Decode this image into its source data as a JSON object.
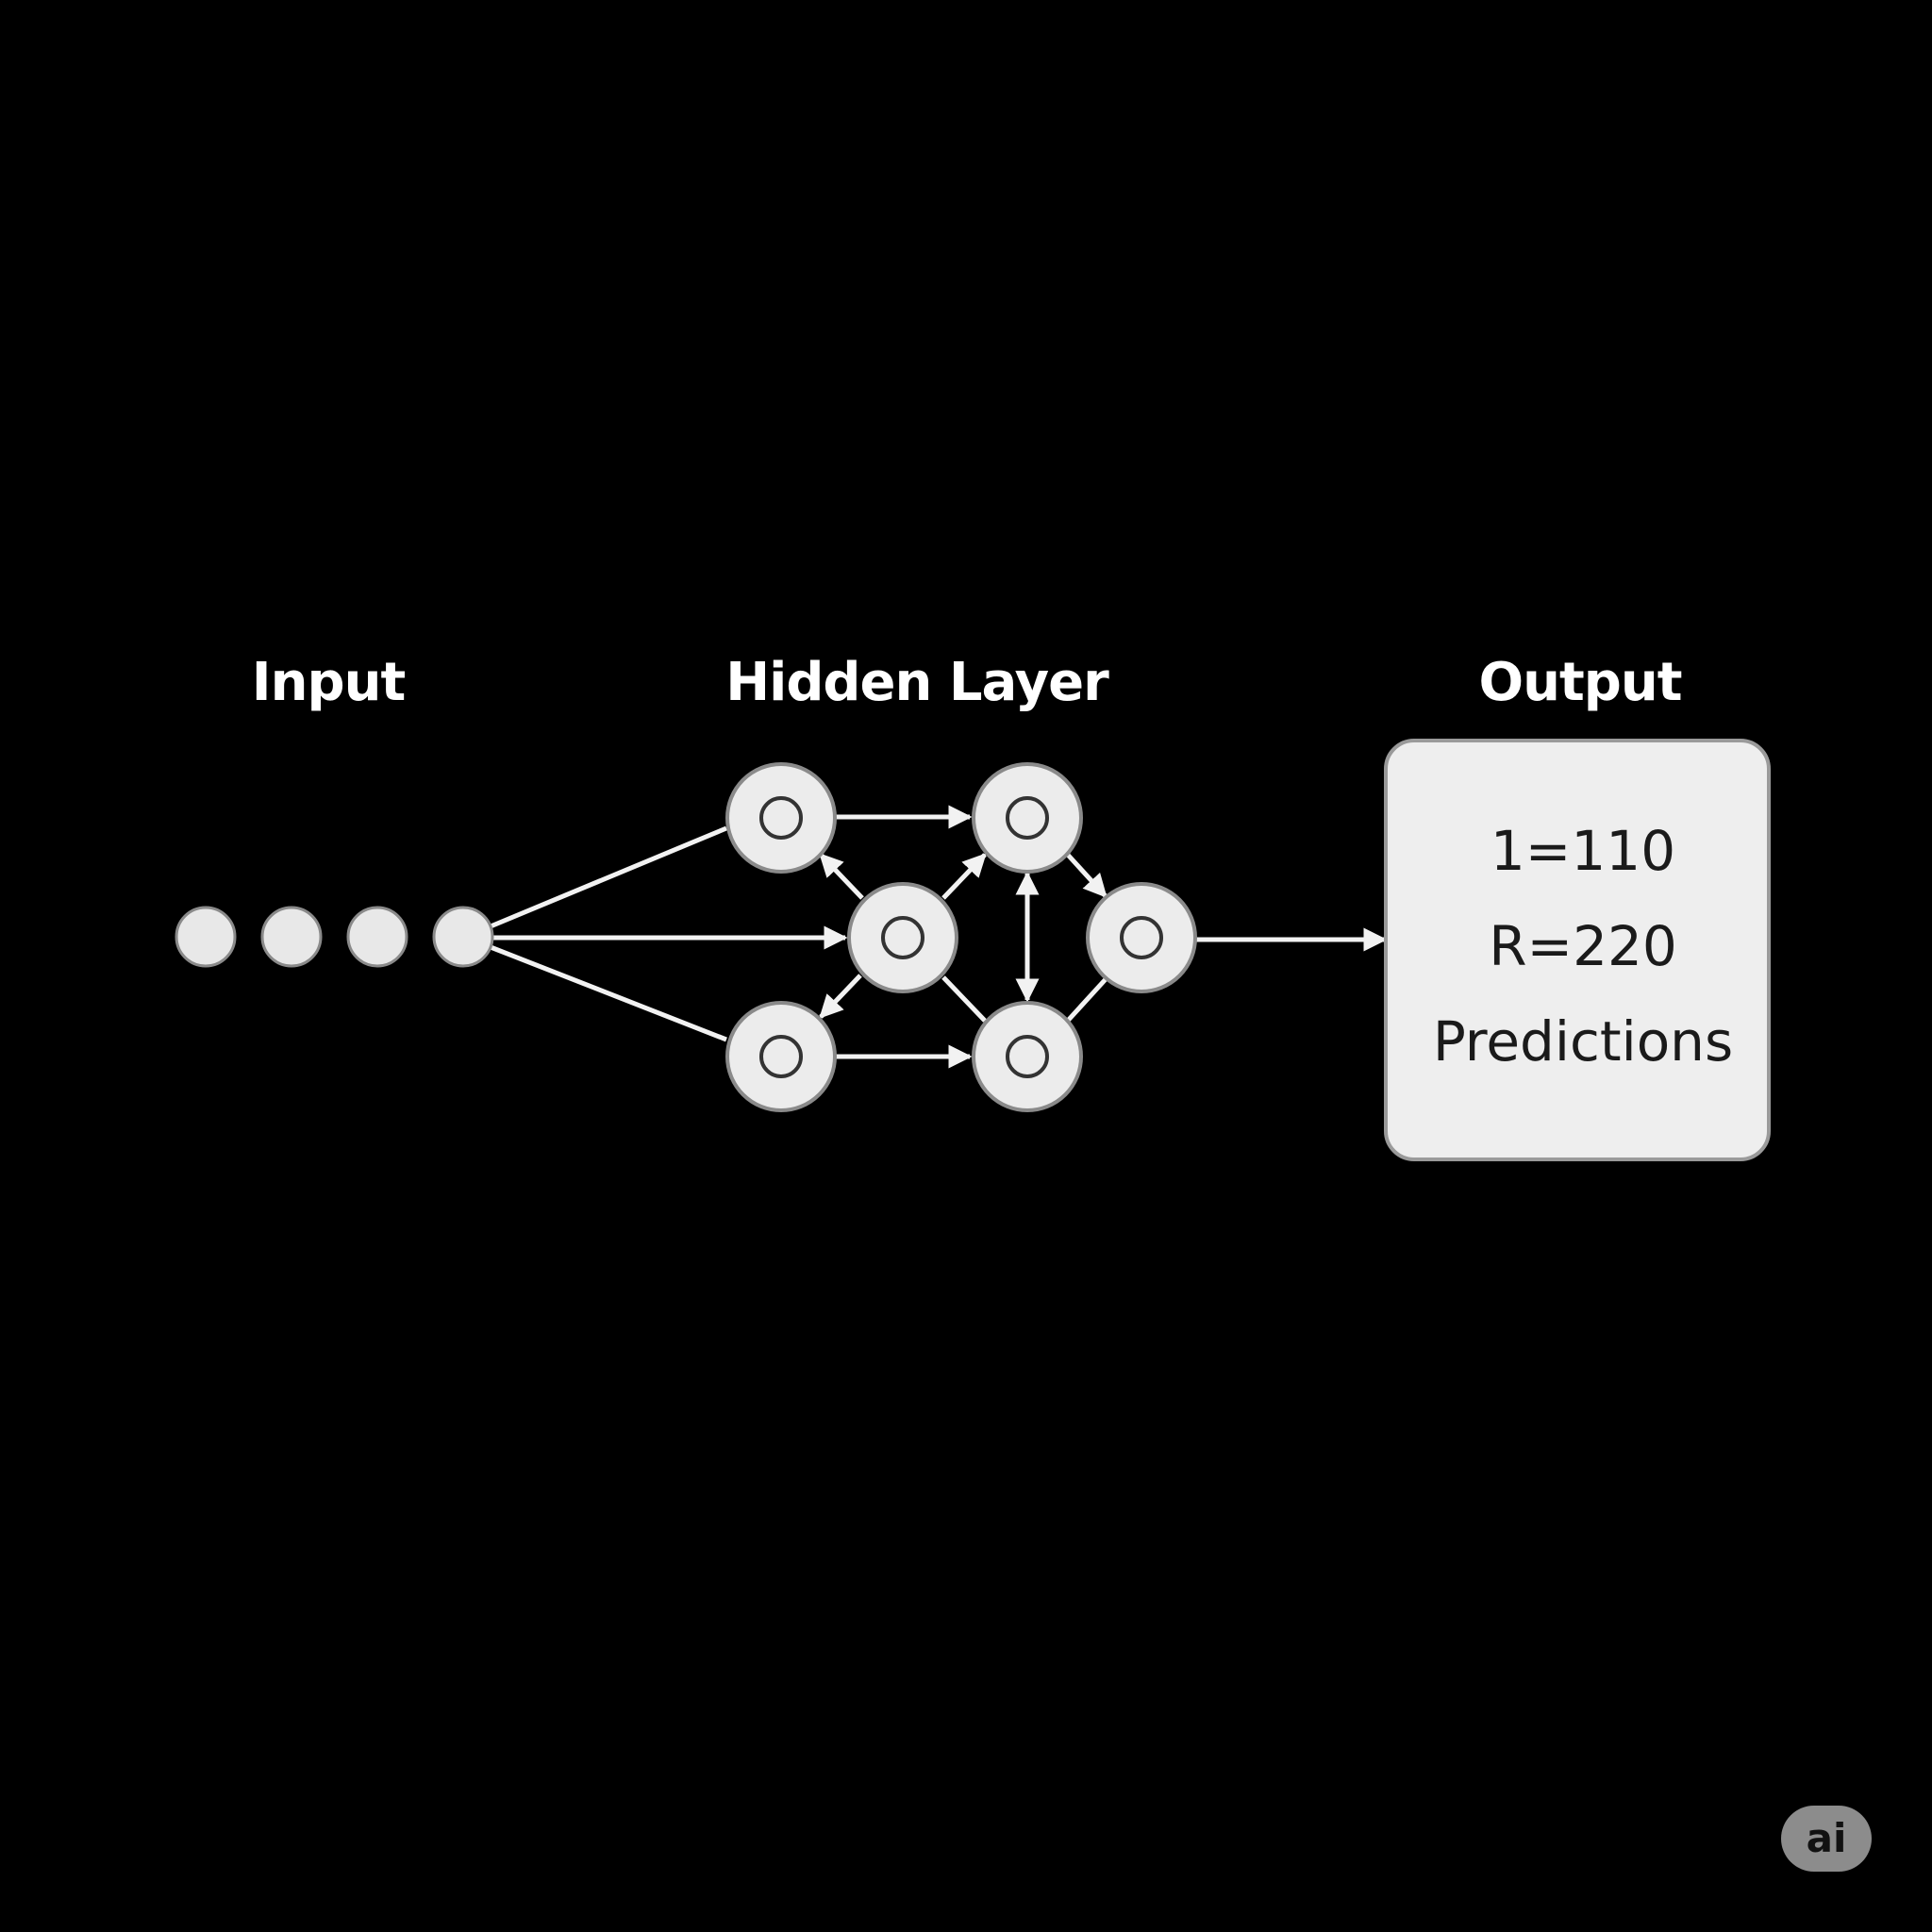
{
  "titles": {
    "input": "Input",
    "hidden": "Hidden Layer",
    "output": "Output"
  },
  "output_box": {
    "lines": [
      "1=110",
      "R=220",
      "Predictions"
    ]
  },
  "badge": {
    "label": "ai"
  },
  "colors": {
    "background": "#000000",
    "node_fill": "#ececec",
    "edge": "#f2f2f2",
    "box_fill": "#eeeeee"
  }
}
